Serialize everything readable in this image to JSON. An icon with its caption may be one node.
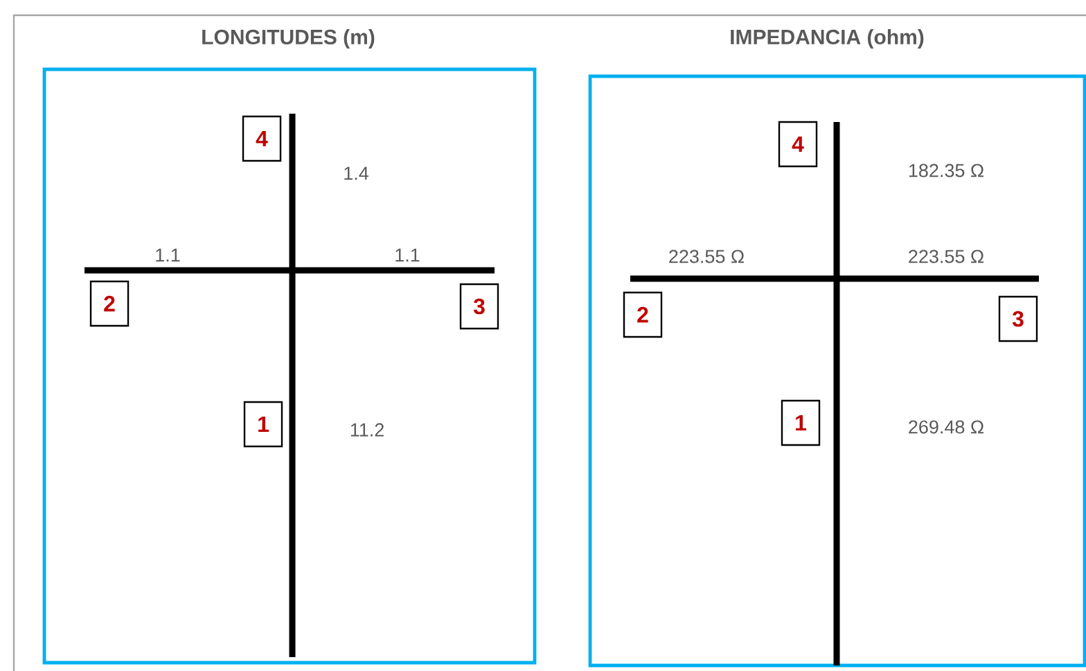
{
  "diagram": {
    "nodes": [
      {
        "text": [
          "LONGITUDES (m)"
        ]
      },
      {
        "text": [
          "4"
        ],
        "in": 0
      },
      {
        "text": [
          "2"
        ],
        "in": 0
      },
      {
        "text": [
          "3"
        ],
        "in": 0
      },
      {
        "text": [
          "1"
        ],
        "in": 0
      },
      {
        "text": [
          "IMPEDANCIA (ohm)"
        ]
      },
      {
        "text": [
          "4"
        ],
        "in": 5
      },
      {
        "text": [
          "2"
        ],
        "in": 5
      },
      {
        "text": [
          "3"
        ],
        "in": 5
      },
      {
        "text": [
          "1"
        ],
        "in": 5
      }
    ],
    "labels": [
      "1.4",
      "1.1",
      "1.1",
      "11.2",
      "182.35 Ω",
      "223.55 Ω",
      "223.55 Ω",
      "269.48 Ω"
    ]
  }
}
